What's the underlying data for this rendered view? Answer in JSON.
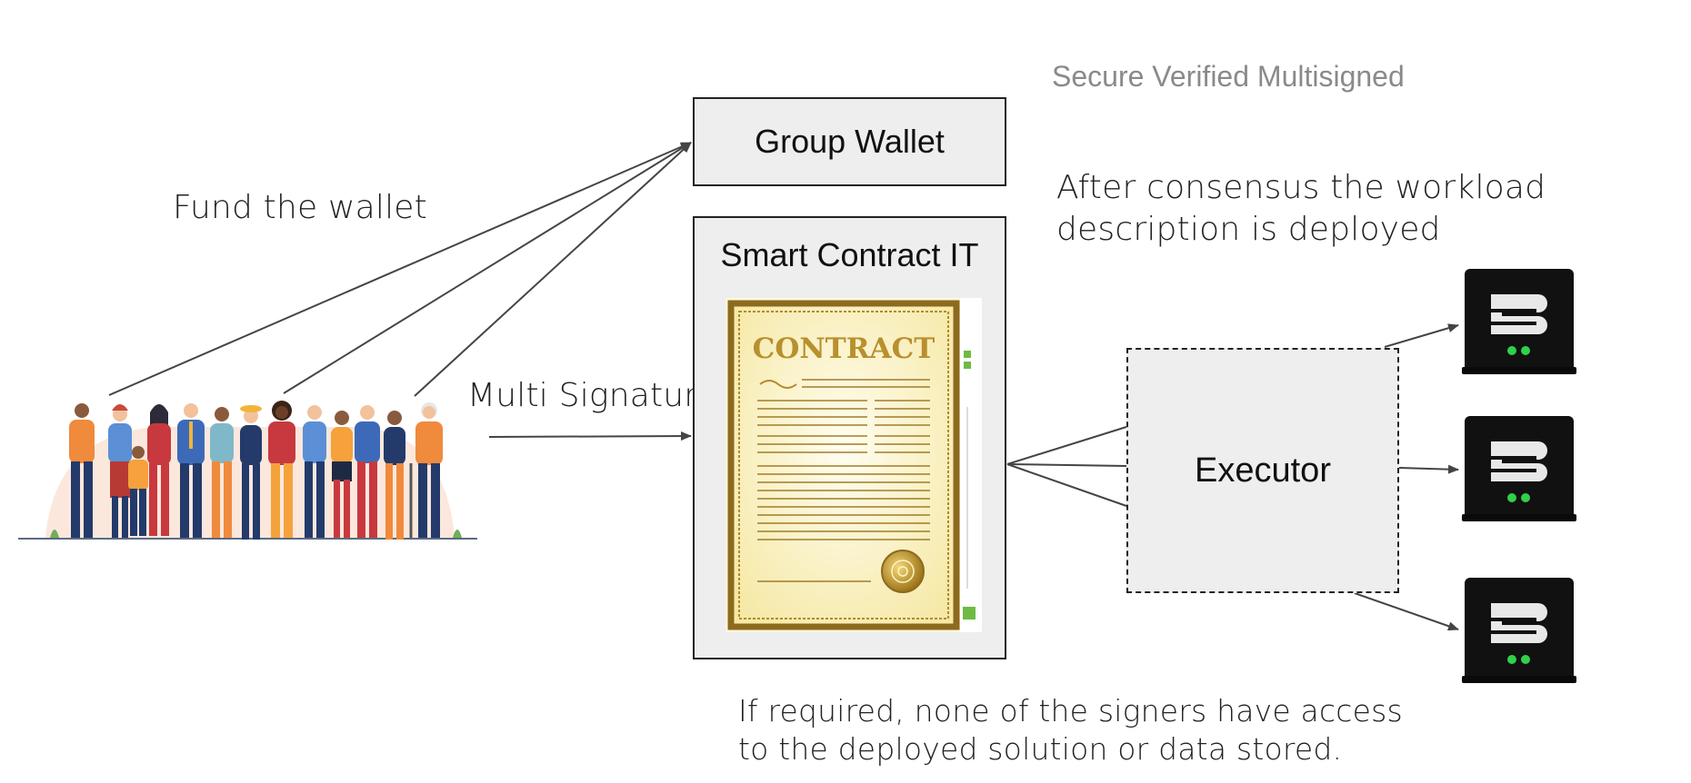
{
  "top_note": "Secure Verified Multisigned",
  "fund_label": "Fund the wallet",
  "multisig_label": "Multi Signature",
  "wallet": {
    "title": "Group Wallet"
  },
  "contract": {
    "title": "Smart Contract IT",
    "document_heading": "CONTRACT"
  },
  "executor": {
    "title": "Executor"
  },
  "consensus_note": "After consensus the workload description is deployed",
  "signers_note": "If required, none of the signers have access to the deployed solution or data stored.",
  "icons": {
    "crowd": "group-of-people-illustration",
    "server": "server-icon",
    "seal": "gold-seal-icon"
  },
  "colors": {
    "box_fill": "#eeeeee",
    "arrow": "#444444",
    "server": "#111111",
    "led": "#2fd14a",
    "gold": "#b48a2a"
  }
}
